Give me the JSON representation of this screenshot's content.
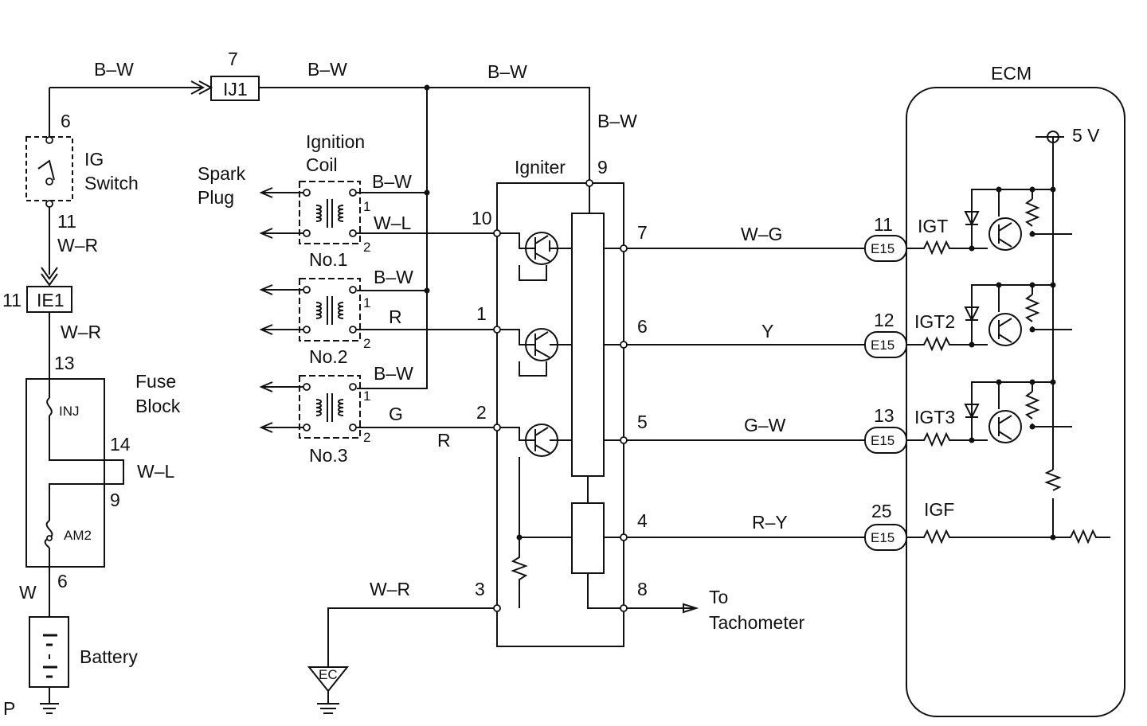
{
  "labels": {
    "bw_top_left": "B–W",
    "bw_top_mid": "B–W",
    "bw_top_right": "B–W",
    "bw_igniter_feed": "B–W",
    "connector_ij1": "IJ1",
    "pin_7": "7",
    "ecm_title": "ECM",
    "ig_switch_pin_top": "6",
    "ig_switch_line1": "IG",
    "ig_switch_line2": "Switch",
    "ig_switch_pin_bottom": "11",
    "wr_1": "W–R",
    "connector_ie1": "IE1",
    "ie1_pin": "11",
    "wr_2": "W–R",
    "fuse_pin_13": "13",
    "fuse_block_line1": "Fuse",
    "fuse_block_line2": "Block",
    "fuse_inj": "INJ",
    "fuse_am2": "AM2",
    "fuse_pin_14": "14",
    "fuse_pin_9": "9",
    "wl_fuse": "W–L",
    "fuse_pin_6": "6",
    "w_battery": "W",
    "battery": "Battery",
    "ground_p": "P",
    "ignition_coil_line1": "Ignition",
    "ignition_coil_line2": "Coil",
    "spark_plug_line1": "Spark",
    "spark_plug_line2": "Plug",
    "coil1_name": "No.1",
    "coil2_name": "No.2",
    "coil3_name": "No.3",
    "coil1_bw": "B–W",
    "coil1_wl": "W–L",
    "coil2_bw": "B–W",
    "coil2_r": "R",
    "coil3_bw": "B–W",
    "coil3_g": "G",
    "coil3_r": "R",
    "coil_pin1_a": "1",
    "coil_pin2_a": "2",
    "coil_pin1_b": "1",
    "coil_pin2_b": "2",
    "coil_pin1_c": "1",
    "coil_pin2_c": "2",
    "igniter": "Igniter",
    "ign_pin_9": "9",
    "ign_pin_10": "10",
    "ign_pin_1": "1",
    "ign_pin_2": "2",
    "ign_pin_3": "3",
    "ign_pin_7": "7",
    "ign_pin_6": "6",
    "ign_pin_5": "5",
    "ign_pin_4": "4",
    "ign_pin_8": "8",
    "wr_ground": "W–R",
    "ground_ec": "EC",
    "to_line1": "To",
    "to_line2": "Tachometer",
    "wire_wg": "W–G",
    "wire_y": "Y",
    "wire_gw": "G–W",
    "wire_ry": "R–Y",
    "ecm_pin_11": "11",
    "ecm_pin_12": "12",
    "ecm_pin_13": "13",
    "ecm_pin_25": "25",
    "e15_1": "E15",
    "e15_2": "E15",
    "e15_3": "E15",
    "e15_4": "E15",
    "igt": "IGT",
    "igt2": "IGT2",
    "igt3": "IGT3",
    "igf": "IGF",
    "five_v": "5 V"
  }
}
